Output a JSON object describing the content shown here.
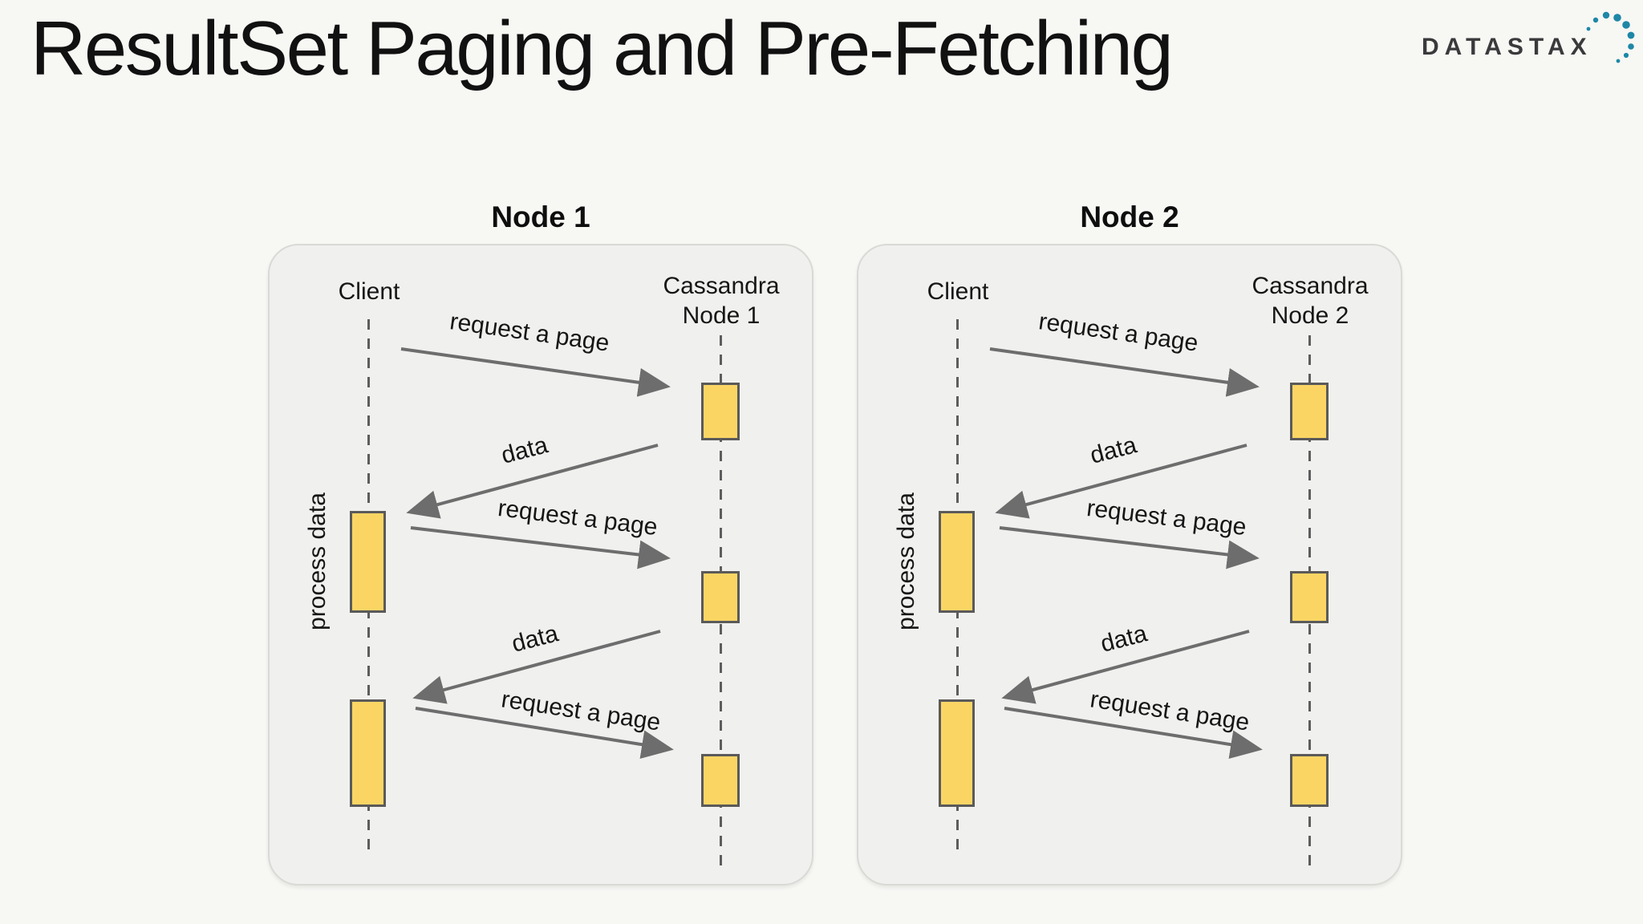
{
  "slide": {
    "title": "ResultSet Paging and Pre-Fetching",
    "logo_text": "DATASTAX"
  },
  "colors": {
    "page_background": "#f7f7f4",
    "panel_background": "#f0f0ee",
    "panel_border": "#d9d9d6",
    "activation_fill": "#fbd564",
    "activation_border": "#5a5a5a",
    "arrow_gray": "#6d6d6d",
    "text": "#161616",
    "logo_text_color": "#3a3a3c",
    "logo_dot_color": "#1e87a6"
  },
  "panels": [
    {
      "title": "Node 1",
      "client_label": "Client",
      "server_label_line1": "Cassandra",
      "server_label_line2": "Node 1",
      "process_label": "process data",
      "messages": [
        {
          "label": "request a page",
          "direction": "client-to-server"
        },
        {
          "label": "data",
          "direction": "server-to-client"
        },
        {
          "label": "request a page",
          "direction": "client-to-server"
        },
        {
          "label": "data",
          "direction": "server-to-client"
        },
        {
          "label": "request a page",
          "direction": "client-to-server"
        }
      ]
    },
    {
      "title": "Node 2",
      "client_label": "Client",
      "server_label_line1": "Cassandra",
      "server_label_line2": "Node 2",
      "process_label": "process data",
      "messages": [
        {
          "label": "request a page",
          "direction": "client-to-server"
        },
        {
          "label": "data",
          "direction": "server-to-client"
        },
        {
          "label": "request a page",
          "direction": "client-to-server"
        },
        {
          "label": "data",
          "direction": "server-to-client"
        },
        {
          "label": "request a page",
          "direction": "client-to-server"
        }
      ]
    }
  ]
}
